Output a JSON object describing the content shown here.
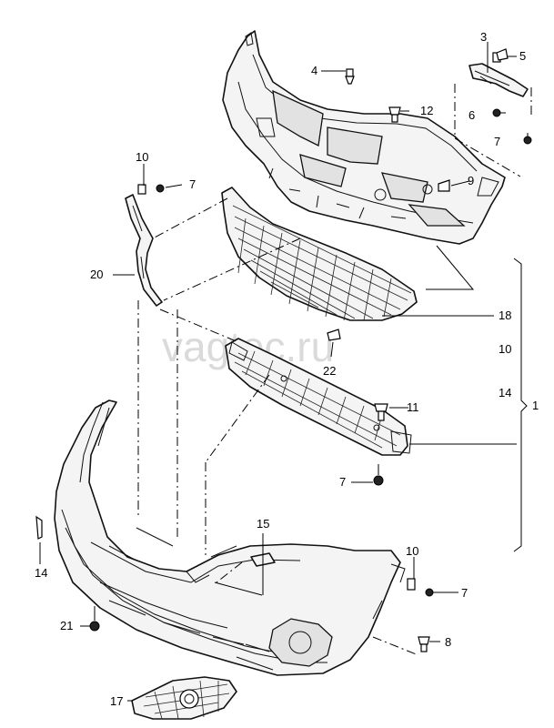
{
  "watermark": "vagtec.ru",
  "callouts": {
    "c1": "1",
    "c3": "3",
    "c4": "4",
    "c5": "5",
    "c6": "6",
    "c7a": "7",
    "c7b": "7",
    "c7c": "7",
    "c7d": "7",
    "c8": "8",
    "c9": "9",
    "c10a": "10",
    "c10b": "10",
    "c10c": "10",
    "c11": "11",
    "c12": "12",
    "c14a": "14",
    "c14b": "14",
    "c15": "15",
    "c17": "17",
    "c18": "18",
    "c20": "20",
    "c21": "21",
    "c22": "22"
  }
}
